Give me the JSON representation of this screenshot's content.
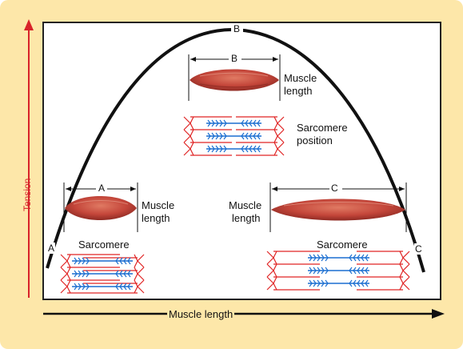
{
  "axes": {
    "y_label": "Tension",
    "x_label": "Muscle length"
  },
  "curve_points": {
    "a": "A",
    "b": "B",
    "c": "C"
  },
  "top_group": {
    "span_label": "B",
    "muscle_label_line1": "Muscle",
    "muscle_label_line2": "length",
    "sarcomere_line1": "Sarcomere",
    "sarcomere_line2": "position"
  },
  "left_group": {
    "span_label": "A",
    "muscle_label_line1": "Muscle",
    "muscle_label_line2": "length",
    "sarcomere_label": "Sarcomere"
  },
  "right_group": {
    "span_label": "C",
    "muscle_label_line1": "Muscle",
    "muscle_label_line2": "length",
    "sarcomere_label": "Sarcomere"
  },
  "colors": {
    "background": "#fde7a9",
    "curve": "#111111",
    "axis_red": "#d8232a",
    "thin_filament": "#e02424",
    "thick_filament": "#1b6fd1",
    "muscle": "#c9473a"
  }
}
